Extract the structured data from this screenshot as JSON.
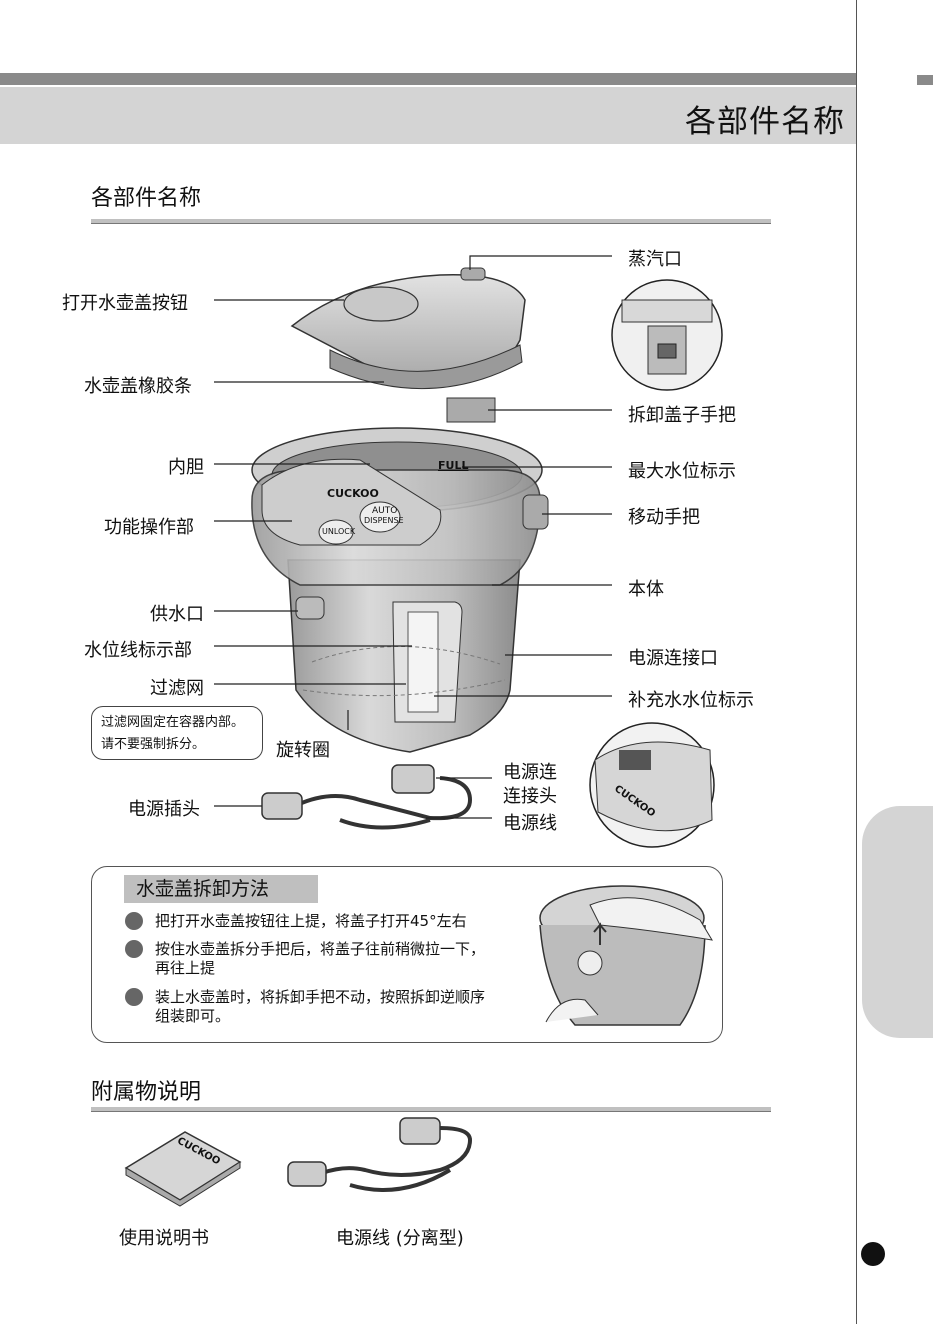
{
  "header": {
    "title": "各部件名称"
  },
  "section1": {
    "title": "各部件名称"
  },
  "parts": {
    "open_lid_button": "打开水壶盖按钮",
    "lid_gasket": "水壶盖橡胶条",
    "inner_pot": "内胆",
    "control_panel": "功能操作部",
    "spout": "供水口",
    "water_level_display": "水位线标示部",
    "filter": "过滤网",
    "rotating_ring": "旋转圈",
    "plug": "电源插头",
    "steam_vent": "蒸汽口",
    "lid_remove_handle": "拆卸盖子手把",
    "max_water_mark": "最大水位标示",
    "carry_handle": "移动手把",
    "body": "本体",
    "power_socket": "电源连接口",
    "refill_mark": "补充水水位标示",
    "cord_connector_1": "电源连",
    "cord_connector_2": "连接头",
    "power_cord": "电源线"
  },
  "filter_note": {
    "line1": "过滤网固定在容器内部。",
    "line2": "请不要强制拆分。"
  },
  "product": {
    "brand": "CUCKOO",
    "full_mark": "FULL",
    "auto_line1": "AUTO",
    "auto_line2": "DISPENSE",
    "unlock": "UNLOCK"
  },
  "method": {
    "title": "水壶盖拆卸方法",
    "steps": [
      {
        "line1": "把打开水壶盖按钮往上提，将盖子打开45°左右",
        "line2": ""
      },
      {
        "line1": "按住水壶盖拆分手把后，将盖子往前稍微拉一下，",
        "line2": "再往上提"
      },
      {
        "line1": "装上水壶盖时，将拆卸手把不动，按照拆卸逆顺序",
        "line2": "组装即可。"
      }
    ]
  },
  "accessories": {
    "title": "附属物说明",
    "manual": "使用说明书",
    "manual_brand": "CUCKOO",
    "cord": "电源线 (分离型)"
  },
  "colors": {
    "band": "#8a8a8a",
    "header_bg": "#d4d4d4",
    "method_title_bg": "#bfbfbf",
    "step_dot": "#666666"
  }
}
